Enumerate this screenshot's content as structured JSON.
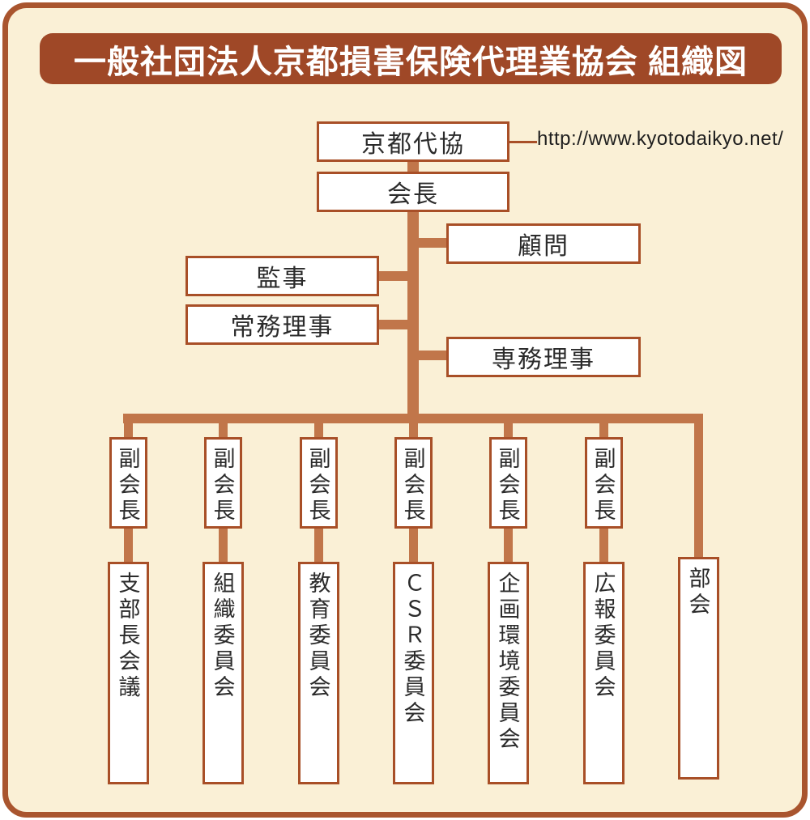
{
  "title": {
    "text": "一般社団法人京都損害保険代理業協会 組織図"
  },
  "root": {
    "label": "京都代協"
  },
  "url": {
    "text": "http://www.kyotodaikyo.net/"
  },
  "chairman": {
    "label": "会長"
  },
  "officers": {
    "advisor": "顧問",
    "auditor": "監事",
    "managing_director": "常務理事",
    "executive_director": "専務理事"
  },
  "columns": [
    {
      "vice": "副会長",
      "unit": "支部長会議"
    },
    {
      "vice": "副会長",
      "unit": "組織委員会"
    },
    {
      "vice": "副会長",
      "unit": "教育委員会"
    },
    {
      "vice": "副会長",
      "unit": "ＣＳＲ委員会"
    },
    {
      "vice": "副会長",
      "unit": "企画環境委員会"
    },
    {
      "vice": "副会長",
      "unit": "広報委員会"
    },
    {
      "unit": "部会"
    }
  ],
  "colors": {
    "background": "#FAF0D6",
    "panel_border": "#A9552E",
    "title_background": "#9F4827",
    "box_border": "#A84F27",
    "connector": "#C1764A",
    "text": "#2B2B2B"
  }
}
